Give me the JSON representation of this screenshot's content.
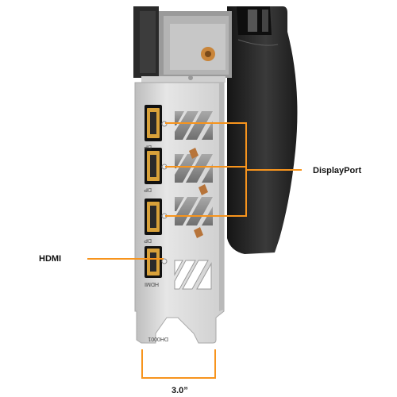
{
  "callouts": {
    "displayport": "DisplayPort",
    "hdmi": "HDMI",
    "width": "3.0”"
  },
  "product_markings": {
    "dp_port_label": "DP",
    "hdmi_port_label": "HDMI",
    "bracket_code": "DH0001"
  },
  "colors": {
    "accent": "#f7941d",
    "bracket": "#dddddd",
    "shroud": "#2f2f2f",
    "port_gold": "#d8a13a"
  }
}
